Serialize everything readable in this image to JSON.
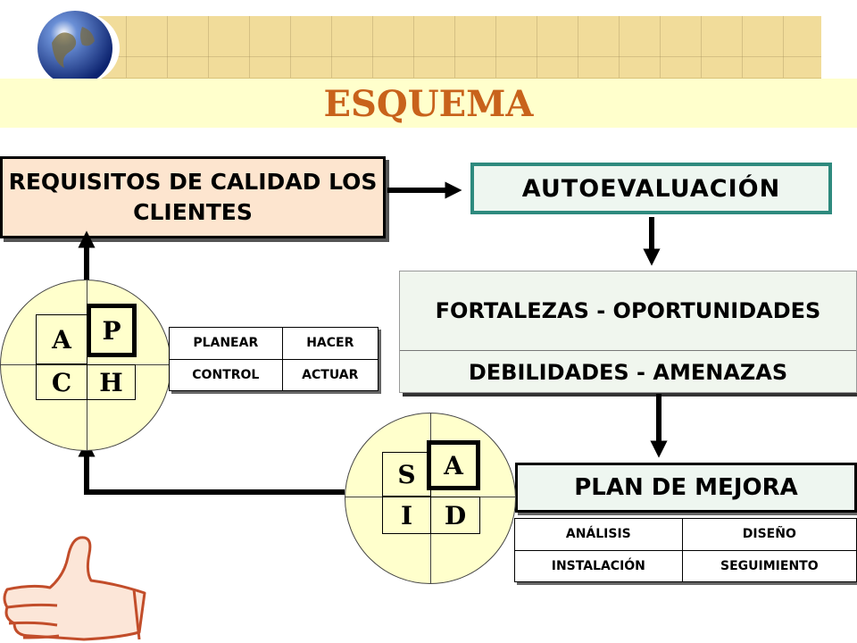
{
  "title": "ESQUEMA",
  "boxes": {
    "requisitos": "REQUISITOS DE CALIDAD LOS CLIENTES",
    "autoevaluacion": "AUTOEVALUACIÓN",
    "fortalezas": "FORTALEZAS - OPORTUNIDADES",
    "debilidades": "DEBILIDADES - AMENAZAS",
    "plan": "PLAN DE MEJORA"
  },
  "pdca": {
    "letters": [
      "A",
      "P",
      "C",
      "H"
    ],
    "table": [
      [
        "PLANEAR",
        "HACER"
      ],
      [
        "CONTROL",
        "ACTUAR"
      ]
    ]
  },
  "siad": {
    "letters": [
      "S",
      "A",
      "I",
      "D"
    ],
    "table": [
      [
        "ANÁLISIS",
        "DISEÑO"
      ],
      [
        "INSTALACIÓN",
        "SEGUIMIENTO"
      ]
    ]
  },
  "colors": {
    "title": "#c8621b",
    "requisitos_bg": "#fde5cf",
    "auto_border": "#2e8a7e",
    "circle_fill": "#ffffcc"
  },
  "icons": [
    "globe-icon",
    "thumbs-up-icon"
  ]
}
